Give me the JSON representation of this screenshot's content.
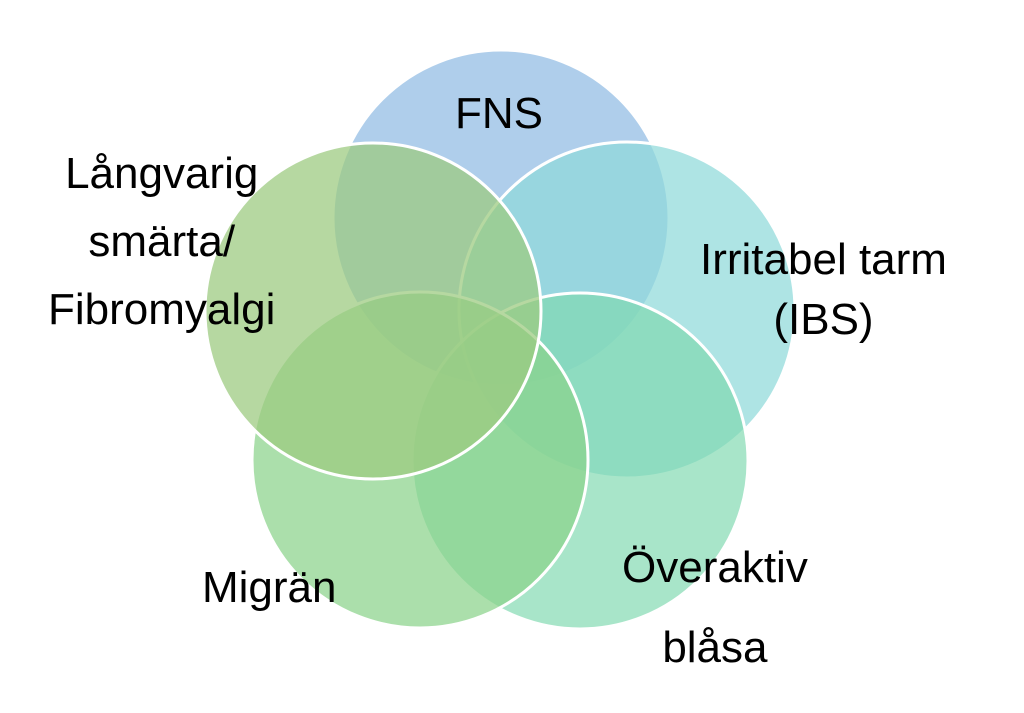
{
  "diagram": {
    "type": "venn",
    "sets": [
      {
        "id": "fns",
        "lines": [
          "FNS"
        ],
        "color": "#9DC3E6"
      },
      {
        "id": "ibs",
        "lines": [
          "Irritabel tarm",
          "(IBS)"
        ],
        "color": "#8FDADA"
      },
      {
        "id": "overaktiv",
        "lines": [
          "Överaktiv",
          "blåsa"
        ],
        "color": "#7FD9B0"
      },
      {
        "id": "migran",
        "lines": [
          "Migrän"
        ],
        "color": "#8BD38A"
      },
      {
        "id": "smarta",
        "lines": [
          "Långvarig",
          "smärta/",
          "Fibromyalgi"
        ],
        "color": "#9DCB80"
      }
    ]
  }
}
